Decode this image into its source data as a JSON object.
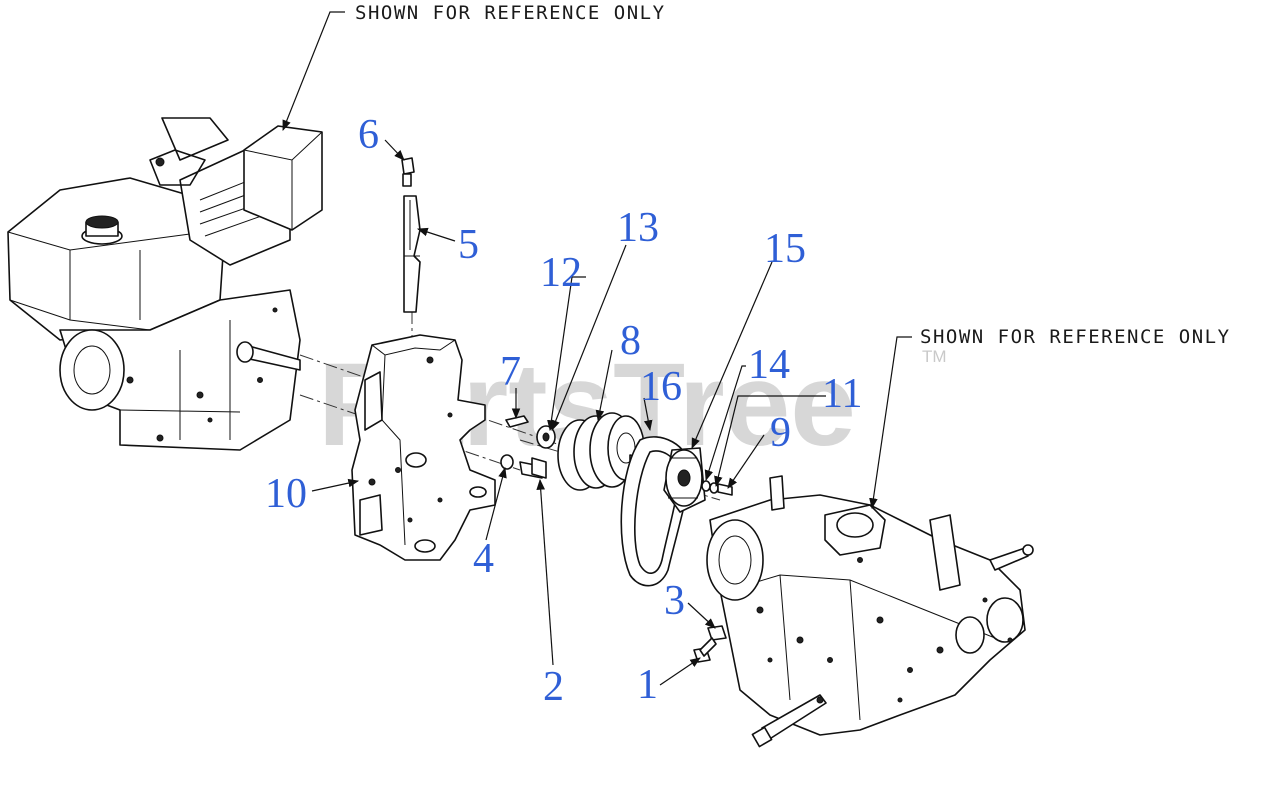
{
  "watermark": {
    "text": "PartsTree",
    "trademark": "TM"
  },
  "reference_notes": [
    "SHOWN FOR REFERENCE ONLY",
    "SHOWN FOR REFERENCE ONLY"
  ],
  "callouts": [
    "1",
    "2",
    "3",
    "4",
    "5",
    "6",
    "7",
    "8",
    "9",
    "10",
    "11",
    "12",
    "13",
    "14",
    "15",
    "16"
  ],
  "colors": {
    "callout": "#2f5fd6",
    "line": "#111111",
    "watermark": "#c9c9c9",
    "background": "#ffffff"
  }
}
